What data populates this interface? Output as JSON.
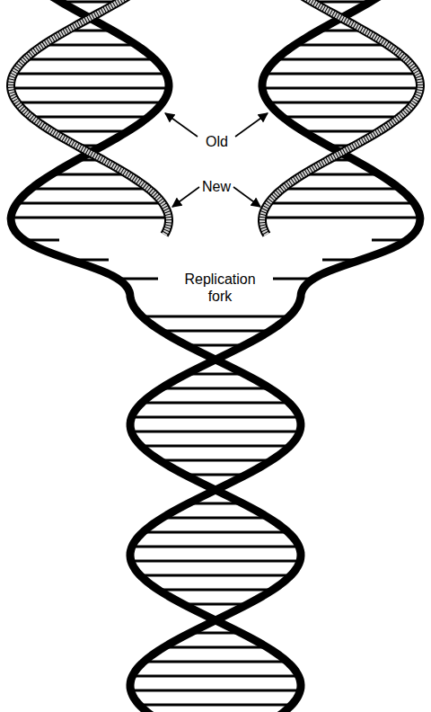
{
  "diagram": {
    "labels": [
      "Old",
      "New",
      "Replication fork"
    ]
  }
}
